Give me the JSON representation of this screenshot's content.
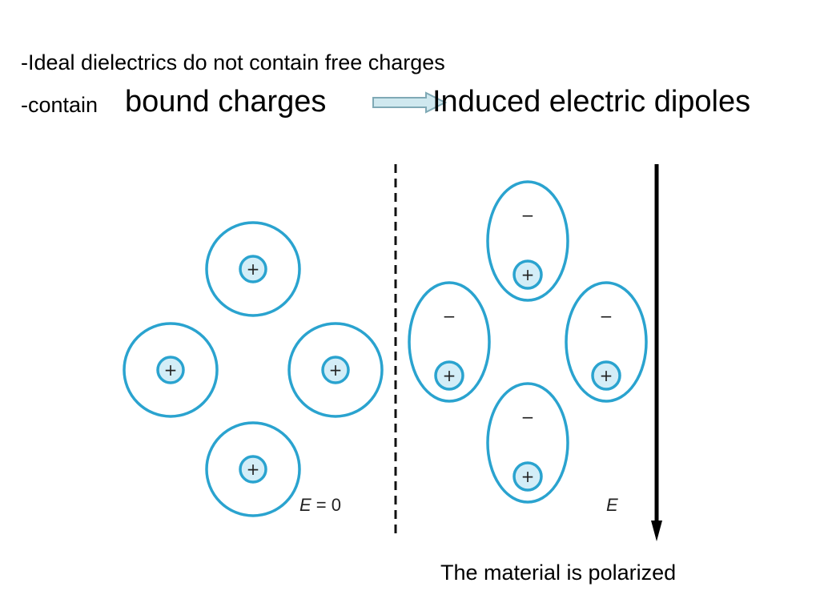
{
  "heading": {
    "line1": "-Ideal dielectrics do not contain free charges",
    "line2_prefix": "-contain",
    "line2_term": "bound charges",
    "line2_result": "Induced electric dipoles"
  },
  "diagram": {
    "left_panel": {
      "nucleus_sign": "+",
      "field_label_E": "E",
      "field_label_value": " = 0"
    },
    "right_panel": {
      "nucleus_sign": "+",
      "electron_sign": "−",
      "field_label": "E"
    },
    "colors": {
      "orbit": "#2aa3cf",
      "nucleus_fill": "#d3edf7",
      "arrow_fill": "#cfe8ef",
      "arrow_stroke": "#7fa9b5"
    }
  },
  "caption": "The material is polarized"
}
